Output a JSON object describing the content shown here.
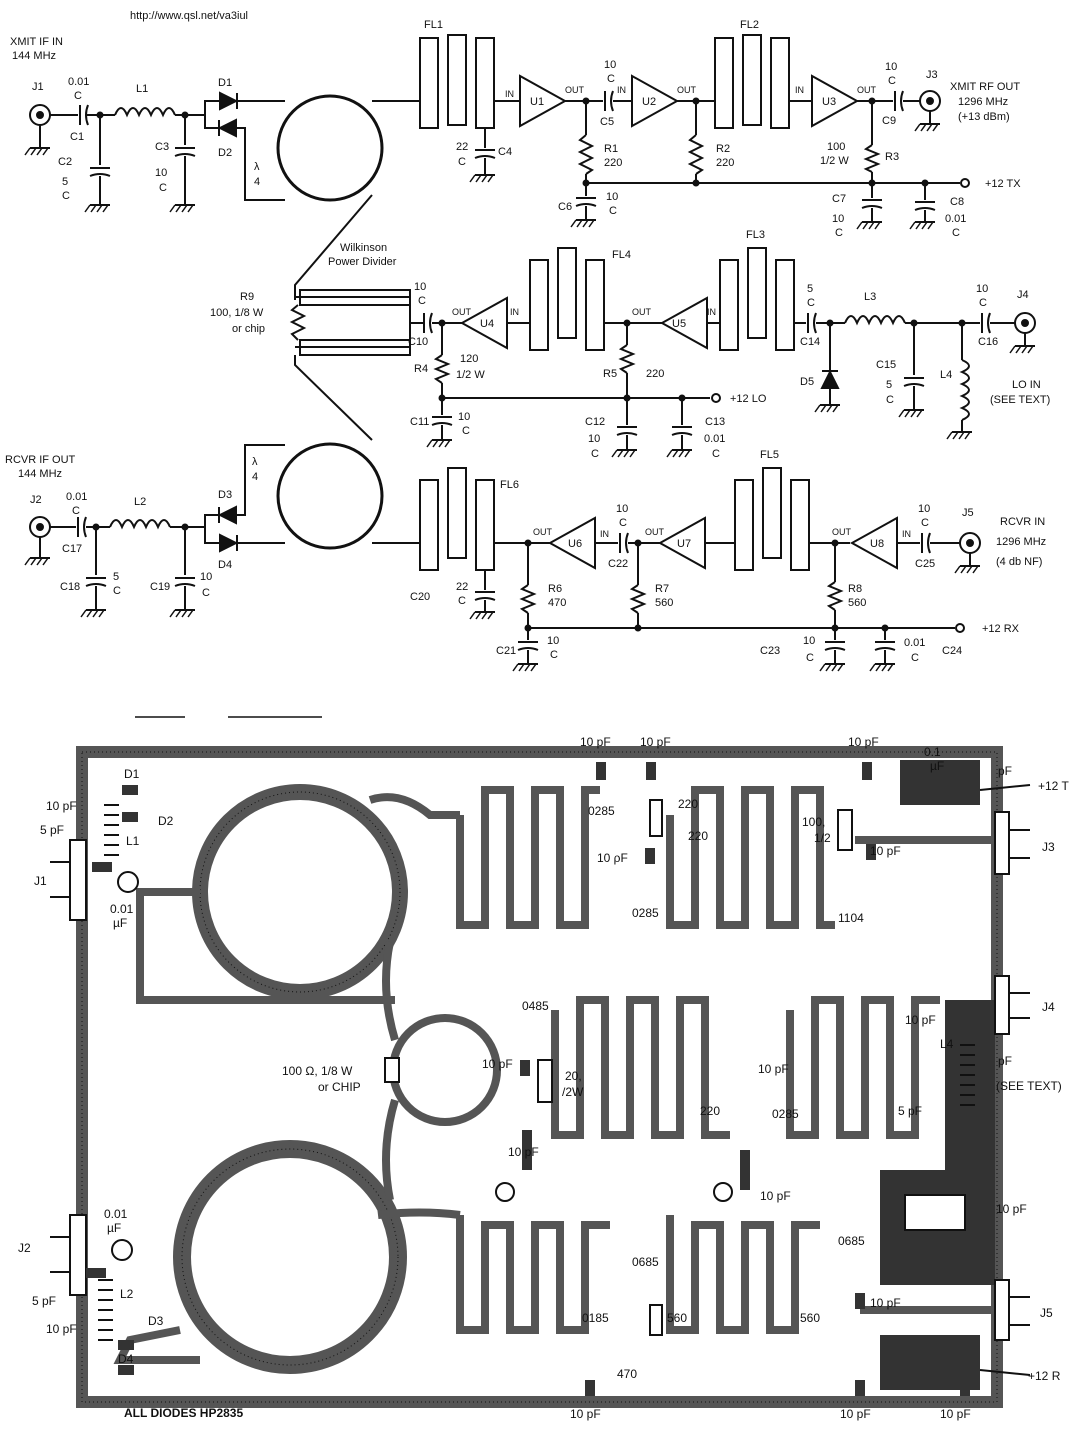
{
  "url": "http://www.qsl.net/va3iul",
  "schematic": {
    "labels": {
      "xmit_if_in": "XMIT IF IN",
      "xmit_if_freq": "144 MHz",
      "j1": "J1",
      "j2": "J2",
      "j3": "J3",
      "j4": "J4",
      "j5": "J5",
      "c1_val": "0.01",
      "c_unit": "C",
      "c1": "C1",
      "c2": "C2",
      "c2_val": "5",
      "l1": "L1",
      "d1": "D1",
      "d2": "D2",
      "c3": "C3",
      "c3_val": "10",
      "lambda": "λ",
      "four": "4",
      "fl1": "FL1",
      "fl2": "FL2",
      "fl3": "FL3",
      "fl4": "FL4",
      "fl5": "FL5",
      "fl6": "FL6",
      "u1": "U1",
      "u2": "U2",
      "u3": "U3",
      "u4": "U4",
      "u5": "U5",
      "u6": "U6",
      "u7": "U7",
      "u8": "U8",
      "in": "IN",
      "out": "OUT",
      "c4": "C4",
      "c4_val": "22",
      "c5": "C5",
      "c5_val": "10",
      "r1": "R1",
      "r1_val": "220",
      "r2": "R2",
      "r2_val": "220",
      "c6": "C6",
      "c6_val": "10",
      "r3": "R3",
      "r3_val": "100",
      "r3_pwr": "1/2 W",
      "c7": "C7",
      "c7_val": "10",
      "c8": "C8",
      "c8_val": "0.01",
      "c9": "C9",
      "c9_val": "10",
      "xmit_rf_out": "XMIT RF OUT",
      "xmit_rf_freq": "1296 MHz",
      "xmit_rf_pwr": "(+13 dBm)",
      "plus12tx": "+12 TX",
      "wilkinson1": "Wilkinson",
      "wilkinson2": "Power Divider",
      "r9": "R9",
      "r9_val1": "100, 1/8 W",
      "r9_val2": "or chip",
      "c10": "C10",
      "c10_val": "10",
      "r4": "R4",
      "r4_val": "120",
      "r4_pwr": "1/2 W",
      "c11": "C11",
      "c11_val": "10",
      "r5": "R5",
      "r5_val": "220",
      "c12": "C12",
      "c12_val": "10",
      "c13": "C13",
      "c13_val": "0.01",
      "plus12lo": "+12 LO",
      "c14": "C14",
      "c14_val": "5",
      "l3": "L3",
      "d5": "D5",
      "c15": "C15",
      "c15_val": "5",
      "l4": "L4",
      "c16": "C16",
      "c16_val": "10",
      "lo_in": "LO IN",
      "see_text": "(SEE TEXT)",
      "rcvr_if_out": "RCVR IF OUT",
      "rcvr_if_freq": "144 MHz",
      "c17": "C17",
      "c17_val": "0.01",
      "l2": "L2",
      "d3": "D3",
      "d4": "D4",
      "c18": "C18",
      "c18_val": "5",
      "c19": "C19",
      "c19_val": "10",
      "c20": "C20",
      "c20_val": "22",
      "r6": "R6",
      "r6_val": "470",
      "c21": "C21",
      "c21_val": "10",
      "c22": "C22",
      "c22_val": "10",
      "r7": "R7",
      "r7_val": "560",
      "r8": "R8",
      "r8_val": "560",
      "c23": "C23",
      "c23_val": "10",
      "c24": "C24",
      "c24_val": "0.01",
      "c25": "C25",
      "c25_val": "10",
      "rcvr_in": "RCVR IN",
      "rcvr_in_freq": "1296 MHz",
      "rcvr_in_nf": "(4 db NF)",
      "plus12rx": "+12 RX"
    }
  },
  "layout": {
    "labels": {
      "j1": "J1",
      "j2": "J2",
      "j3": "J3",
      "j4": "J4",
      "j5": "J5",
      "d1": "D1",
      "d2": "D2",
      "d3": "D3",
      "d4": "D4",
      "l1": "L1",
      "l2": "L2",
      "l4": "L4",
      "pf10": "10 pF",
      "pf5": "5 pF",
      "uf001": "0.01",
      "uf01": "0.1",
      "uf": "µF",
      "pf": "pF",
      "pf_short": "10 ρF",
      "r220a": "220",
      "r220b": "220",
      "r220c": "220",
      "p0285": "0285",
      "p0285b": "0285",
      "p0285c": "0285",
      "p1104": "1104",
      "p0485": "0485",
      "p0685": "0685",
      "p0685b": "0685",
      "p0185": "0185",
      "r100": "100,",
      "r12w": "1/2",
      "r20": "20,",
      "r2w": "/2W",
      "r560a": "560",
      "r560b": "560",
      "r470": "470",
      "r100ohm": "100 Ω, 1/8 W",
      "or_chip": "or CHIP",
      "see_text": "(SEE TEXT)",
      "plus12t": "+12 T",
      "plus12r": "+12 R",
      "all_diodes": "ALL DIODES HP2835"
    }
  }
}
